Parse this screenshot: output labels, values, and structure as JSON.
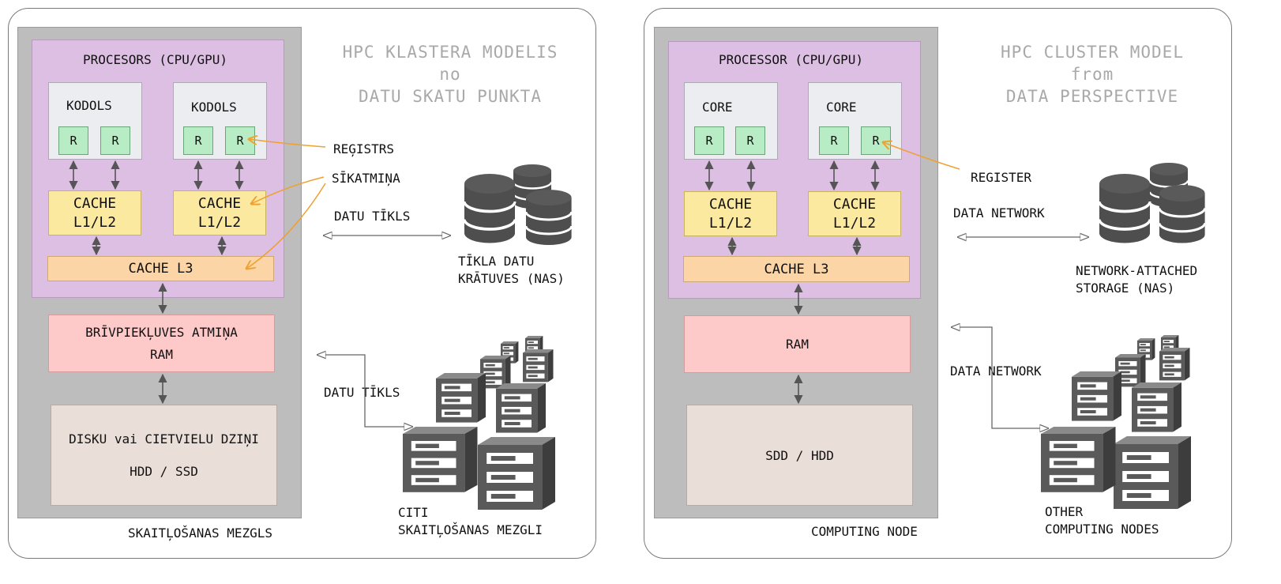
{
  "left": {
    "title": [
      "HPC KLASTERA MODELIS",
      "no",
      "DATU SKATU PUNKTA"
    ],
    "processor": "PROCESORS (CPU/GPU)",
    "core": "KODOLS",
    "register_box": "R",
    "cache12": [
      "CACHE",
      "L1/L2"
    ],
    "cache3": "CACHE L3",
    "ram": [
      "BRĪVPIEKĻUVES ATMIŅA",
      "RAM"
    ],
    "disk": [
      "DISKU vai CIETVIELU DZIŅI",
      "HDD / SSD"
    ],
    "node_label": "SKAITĻOŠANAS MEZGLS",
    "register_label": "REĢISTRS",
    "cache_label": "SĪKATMIŅA",
    "net_label_1": "DATU TĪKLS",
    "net_label_2": "DATU TĪKLS",
    "nas_label": [
      "TĪKLA DATU",
      "KRĀTUVES (NAS)"
    ],
    "nodes_label": [
      "CITI",
      "SKAITĻOŠANAS MEZGLI"
    ]
  },
  "right": {
    "title": [
      "HPC CLUSTER MODEL",
      "from",
      "DATA PERSPECTIVE"
    ],
    "processor": "PROCESSOR (CPU/GPU)",
    "core": "CORE",
    "register_box": "R",
    "cache12": [
      "CACHE",
      "L1/L2"
    ],
    "cache3": "CACHE L3",
    "ram": "RAM",
    "disk": "SDD / HDD",
    "node_label": "COMPUTING NODE",
    "register_label": "REGISTER",
    "net_label_1": "DATA NETWORK",
    "net_label_2": "DATA NETWORK",
    "nas_label": [
      "NETWORK-ATTACHED",
      "STORAGE (NAS)"
    ],
    "nodes_label": [
      "OTHER",
      "COMPUTING NODES"
    ]
  },
  "colors": {
    "node": "#bdbdbd",
    "processor": "#dcbfe3",
    "core": "#ebedf0",
    "register": "#b7ecc4",
    "cache12": "#fbe9a0",
    "cache3": "#fbd5a6",
    "ram": "#fdc9c9",
    "disk": "#eadfd8",
    "pointer": "#f0a030",
    "title": "#a9a9a9"
  },
  "icons": [
    "database-icon",
    "server-rack-icon",
    "double-arrow-icon"
  ]
}
